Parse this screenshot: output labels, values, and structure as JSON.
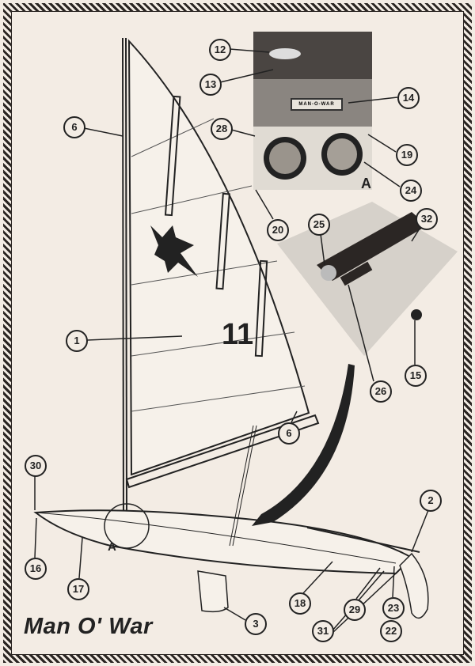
{
  "title": "Man O' War",
  "sail_number": "11",
  "detail_marker": "A",
  "photo_marker": "A",
  "nameplate": "MAN-O-WAR",
  "callouts": [
    "12",
    "13",
    "14",
    "6",
    "28",
    "19",
    "24",
    "20",
    "25",
    "32",
    "1",
    "15",
    "26",
    "6",
    "30",
    "2",
    "16",
    "17",
    "18",
    "29",
    "23",
    "3",
    "31",
    "22"
  ]
}
